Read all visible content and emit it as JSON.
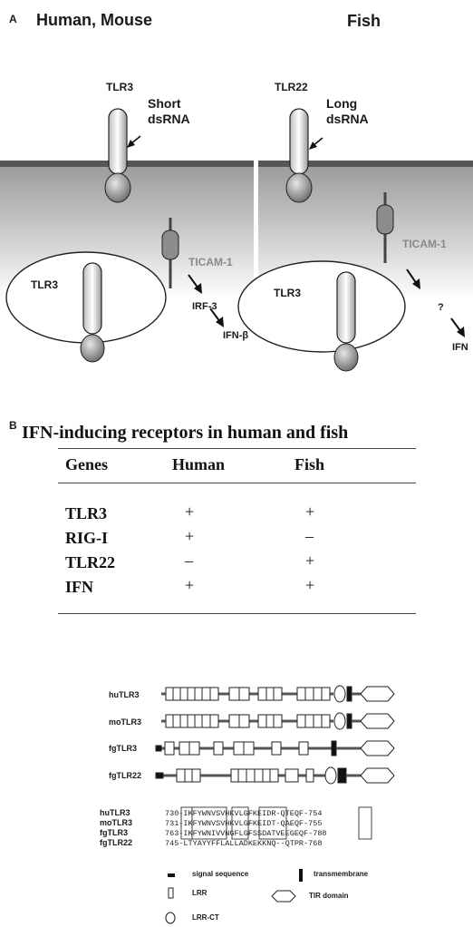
{
  "panelA": {
    "letter": "A",
    "left_heading": "Human, Mouse",
    "right_heading": "Fish",
    "left_receptor": "TLR3",
    "left_ligand_line1": "Short",
    "left_ligand_line2": "dsRNA",
    "right_receptor": "TLR22",
    "right_ligand_line1": "Long",
    "right_ligand_line2": "dsRNA",
    "left_endosome_label": "TLR3",
    "right_endosome_label": "TLR3",
    "left_adaptor": "TICAM-1",
    "right_adaptor": "TICAM-1",
    "left_tf": "IRF-3",
    "left_output": "IFN-β",
    "right_question": "?",
    "right_output": "IFN"
  },
  "panelB": {
    "letter": "B",
    "title": "IFN-inducing receptors in human and fish",
    "headers": [
      "Genes",
      "Human",
      "Fish"
    ],
    "rows": [
      {
        "gene": "TLR3",
        "human": "+",
        "fish": "+"
      },
      {
        "gene": "RIG-I",
        "human": "+",
        "fish": "–"
      },
      {
        "gene": "TLR22",
        "human": "–",
        "fish": "+"
      },
      {
        "gene": "IFN",
        "human": "+",
        "fish": "+"
      }
    ]
  },
  "domains": {
    "proteins": [
      "huTLR3",
      "moTLR3",
      "fgTLR3",
      "fgTLR22"
    ]
  },
  "alignment": {
    "rows": [
      {
        "name": "huTLR3",
        "seq": "730-IKFYWNVSVHKVLGFKEIDR-QTEQF-754"
      },
      {
        "name": "moTLR3",
        "seq": "731-IKFYWNVSVHKVLGFKEIDT-QAEQF-755"
      },
      {
        "name": "fgTLR3",
        "seq": "763-IKFYWNIVVNGFLGFSSDATVEEGEQF-788"
      },
      {
        "name": "fgTLR22",
        "seq": "745-LTYAYYFFLALLADKEKKNQ--QTPR-768"
      }
    ]
  },
  "legend": {
    "signal": "signal sequence",
    "transmembrane": "transmembrane",
    "lrr": "LRR",
    "tir": "TIR domain",
    "lrrct": "LRR-CT"
  }
}
